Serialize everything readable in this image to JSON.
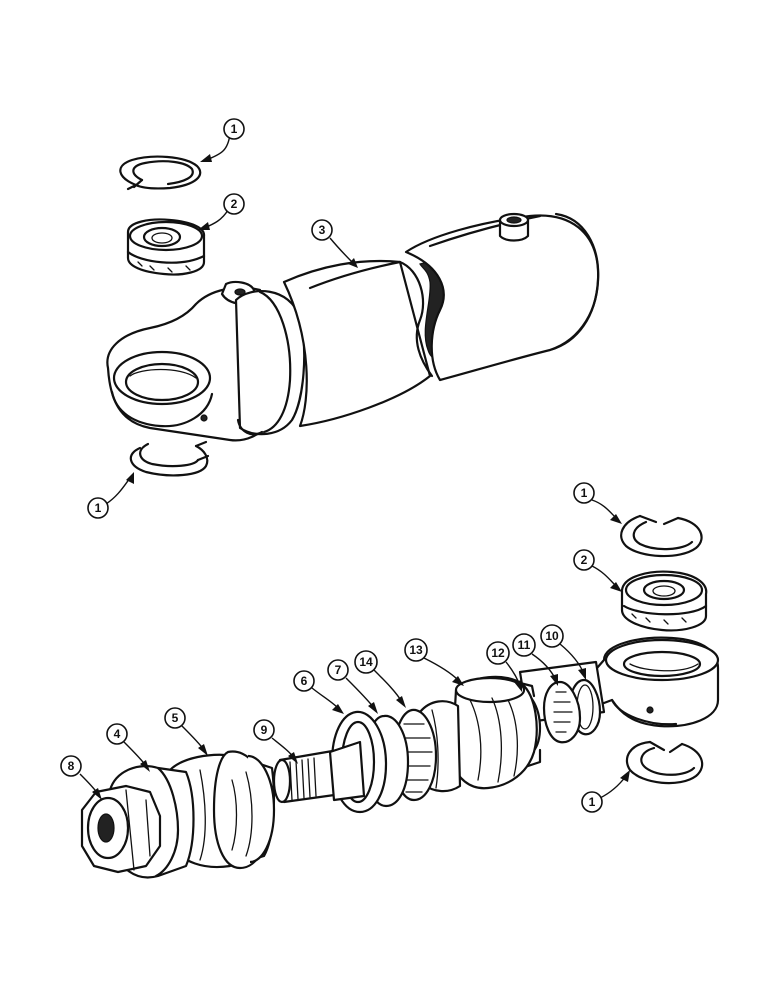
{
  "callouts": [
    {
      "id": "c1a",
      "label": "1"
    },
    {
      "id": "c2a",
      "label": "2"
    },
    {
      "id": "c3",
      "label": "3"
    },
    {
      "id": "c1b",
      "label": "1"
    },
    {
      "id": "c1c",
      "label": "1"
    },
    {
      "id": "c2b",
      "label": "2"
    },
    {
      "id": "c10",
      "label": "10"
    },
    {
      "id": "c11",
      "label": "11"
    },
    {
      "id": "c12",
      "label": "12"
    },
    {
      "id": "c13",
      "label": "13"
    },
    {
      "id": "c14",
      "label": "14"
    },
    {
      "id": "c7",
      "label": "7"
    },
    {
      "id": "c6",
      "label": "6"
    },
    {
      "id": "c9",
      "label": "9"
    },
    {
      "id": "c5",
      "label": "5"
    },
    {
      "id": "c4",
      "label": "4"
    },
    {
      "id": "c8",
      "label": "8"
    },
    {
      "id": "c1d",
      "label": "1"
    }
  ]
}
